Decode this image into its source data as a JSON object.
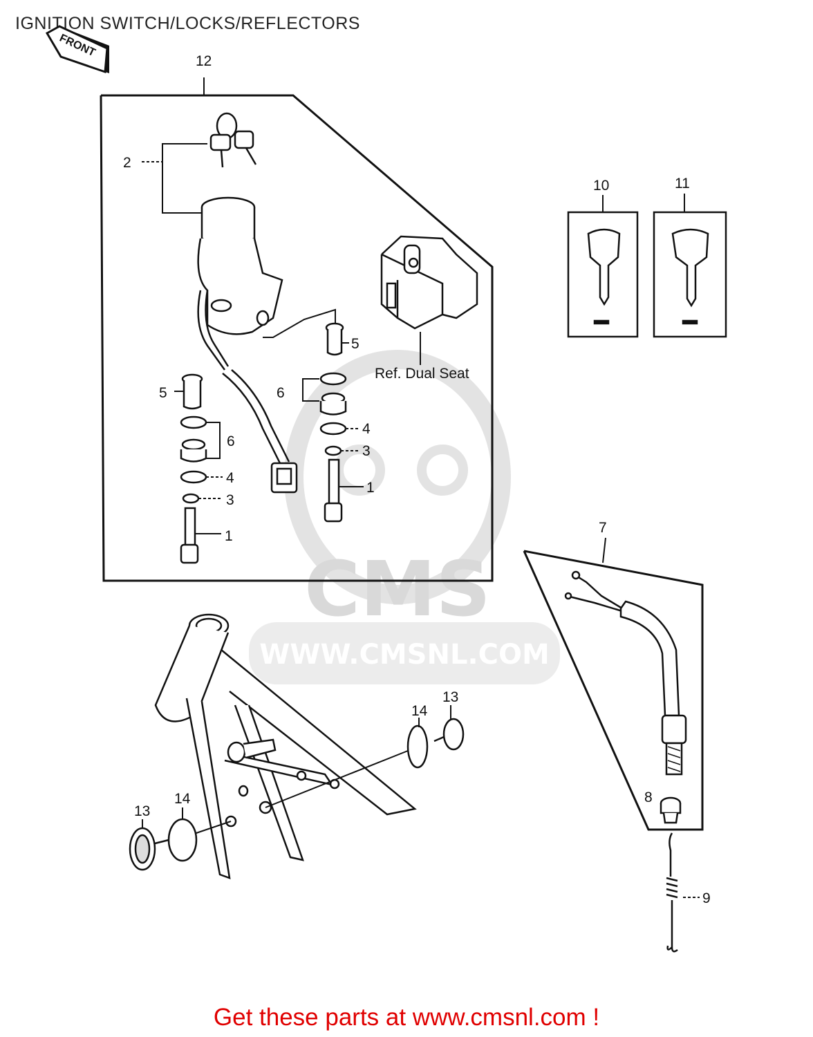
{
  "title": "IGNITION SWITCH/LOCKS/REFLECTORS",
  "front_badge": "FRONT",
  "ref_note": "Ref.  Dual Seat",
  "watermark": {
    "brand": "CMS",
    "url": "WWW.CMSNL.COM"
  },
  "callouts": {
    "c12": "12",
    "c2": "2",
    "c5a": "5",
    "c6a": "6",
    "c4a": "4",
    "c3a": "3",
    "c1a": "1",
    "c5b": "5",
    "c6b": "6",
    "c4b": "4",
    "c3b": "3",
    "c1b": "1",
    "c10": "10",
    "c11": "11",
    "c7": "7",
    "c8": "8",
    "c9": "9",
    "c13a": "13",
    "c14a": "14",
    "c13b": "13",
    "c14b": "14"
  },
  "footer": "Get these parts at www.cmsnl.com !"
}
